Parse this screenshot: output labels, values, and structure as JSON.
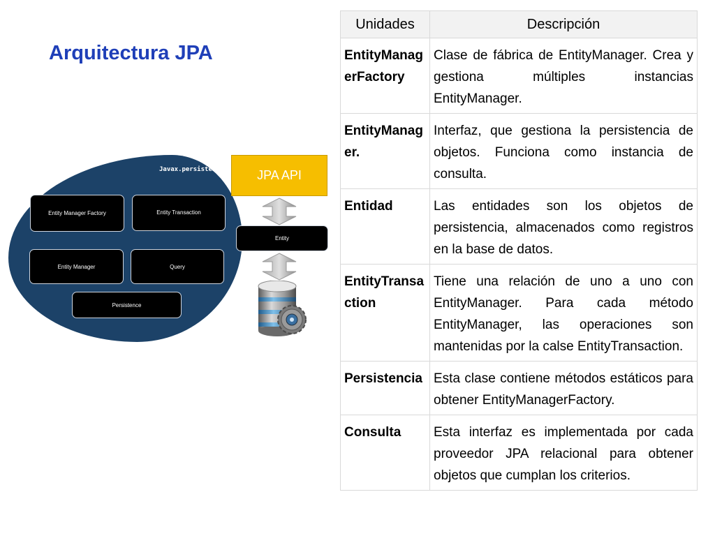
{
  "title": "Arquitectura JPA",
  "diagram": {
    "package_label": "Javax.persistence",
    "boxes": {
      "emf": "Entity Manager Factory",
      "transaction": "Entity Transaction",
      "manager": "Entity Manager",
      "query": "Query",
      "persistence": "Persistence"
    },
    "api_label": "JPA API",
    "entity_label": "Entity",
    "colors": {
      "package": "#1c4268",
      "api": "#f6be00",
      "arrow": "#8c8c8c",
      "title": "#1f3fb8"
    }
  },
  "table": {
    "headers": [
      "Unidades",
      "Descripción"
    ],
    "rows": [
      {
        "term": "EntityManagerFactory",
        "desc": "Clase de fábrica de EntityManager. Crea y gestiona múltiples instancias EntityManager."
      },
      {
        "term": "EntityManager.",
        "desc": "Interfaz, que gestiona la persistencia de objetos. Funciona como instancia de consulta."
      },
      {
        "term": "Entidad",
        "desc": "Las entidades son los objetos de persistencia, almacenados como registros en la base de datos."
      },
      {
        "term": "EntityTransaction",
        "desc": "Tiene una relación de uno a uno con EntityManager. Para cada método EntityManager, las operaciones son mantenidas por la calse EntityTransaction."
      },
      {
        "term": "Persistencia",
        "desc": "Esta clase contiene métodos estáticos para obtener EntityManagerFactory."
      },
      {
        "term": "Consulta",
        "desc": "Esta interfaz es implementada por cada proveedor JPA relacional para obtener objetos que cumplan los criterios."
      }
    ]
  }
}
